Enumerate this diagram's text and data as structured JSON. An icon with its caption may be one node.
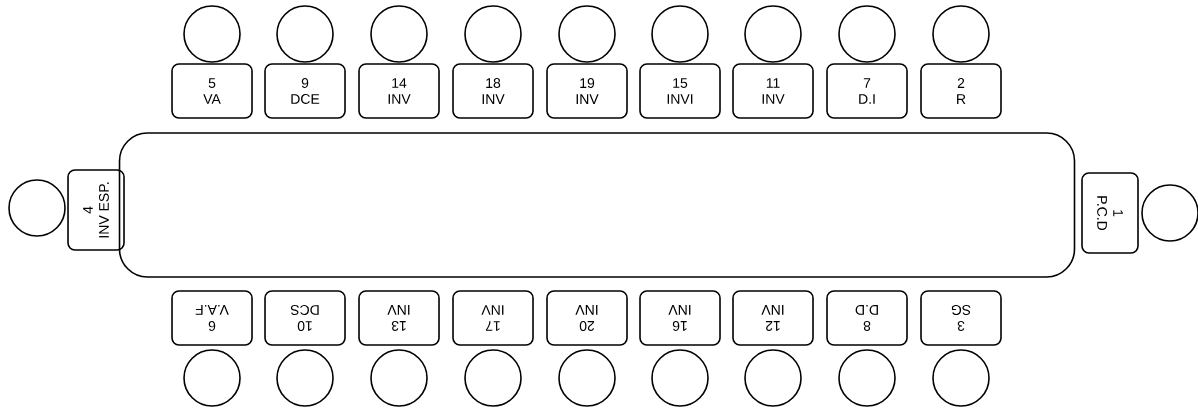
{
  "diagram": {
    "nodes": [
      {
        "text": [],
        "shape": "circle"
      },
      {
        "text": [],
        "shape": "circle"
      },
      {
        "text": [],
        "shape": "circle"
      },
      {
        "text": [],
        "shape": "circle"
      },
      {
        "text": [],
        "shape": "circle"
      },
      {
        "text": [],
        "shape": "circle"
      },
      {
        "text": [],
        "shape": "circle"
      },
      {
        "text": [],
        "shape": "circle"
      },
      {
        "text": [],
        "shape": "circle"
      },
      {
        "text": [
          "5",
          "VA"
        ]
      },
      {
        "text": [
          "9",
          "DCE"
        ]
      },
      {
        "text": [
          "14",
          "INV"
        ]
      },
      {
        "text": [
          "18",
          "INV"
        ]
      },
      {
        "text": [
          "19",
          "INV"
        ]
      },
      {
        "text": [
          "15",
          "INVI"
        ]
      },
      {
        "text": [
          "11",
          "INV"
        ]
      },
      {
        "text": [
          "7",
          "D.I"
        ]
      },
      {
        "text": [
          "2",
          "R"
        ]
      },
      {
        "text": [],
        "shape": "circle"
      },
      {
        "text": [
          "4",
          "INV ESP."
        ]
      },
      {
        "text": [],
        "shape": "box"
      },
      {
        "text": [
          "1",
          "P.C.D"
        ]
      },
      {
        "text": [],
        "shape": "circle"
      },
      {
        "text": [
          "6",
          "V.A.F"
        ]
      },
      {
        "text": [
          "10",
          "DCS"
        ]
      },
      {
        "text": [
          "13",
          "INV"
        ]
      },
      {
        "text": [
          "17",
          "INV"
        ]
      },
      {
        "text": [
          "20",
          "INV"
        ]
      },
      {
        "text": [
          "16",
          "INV"
        ]
      },
      {
        "text": [
          "12",
          "INV"
        ]
      },
      {
        "text": [
          "8",
          "D.D"
        ]
      },
      {
        "text": [
          "3",
          "SG"
        ]
      },
      {
        "text": [],
        "shape": "circle"
      },
      {
        "text": [],
        "shape": "circle"
      },
      {
        "text": [],
        "shape": "circle"
      },
      {
        "text": [],
        "shape": "circle"
      },
      {
        "text": [],
        "shape": "circle"
      },
      {
        "text": [],
        "shape": "circle"
      },
      {
        "text": [],
        "shape": "circle"
      },
      {
        "text": [],
        "shape": "circle"
      },
      {
        "text": [],
        "shape": "circle"
      }
    ]
  }
}
